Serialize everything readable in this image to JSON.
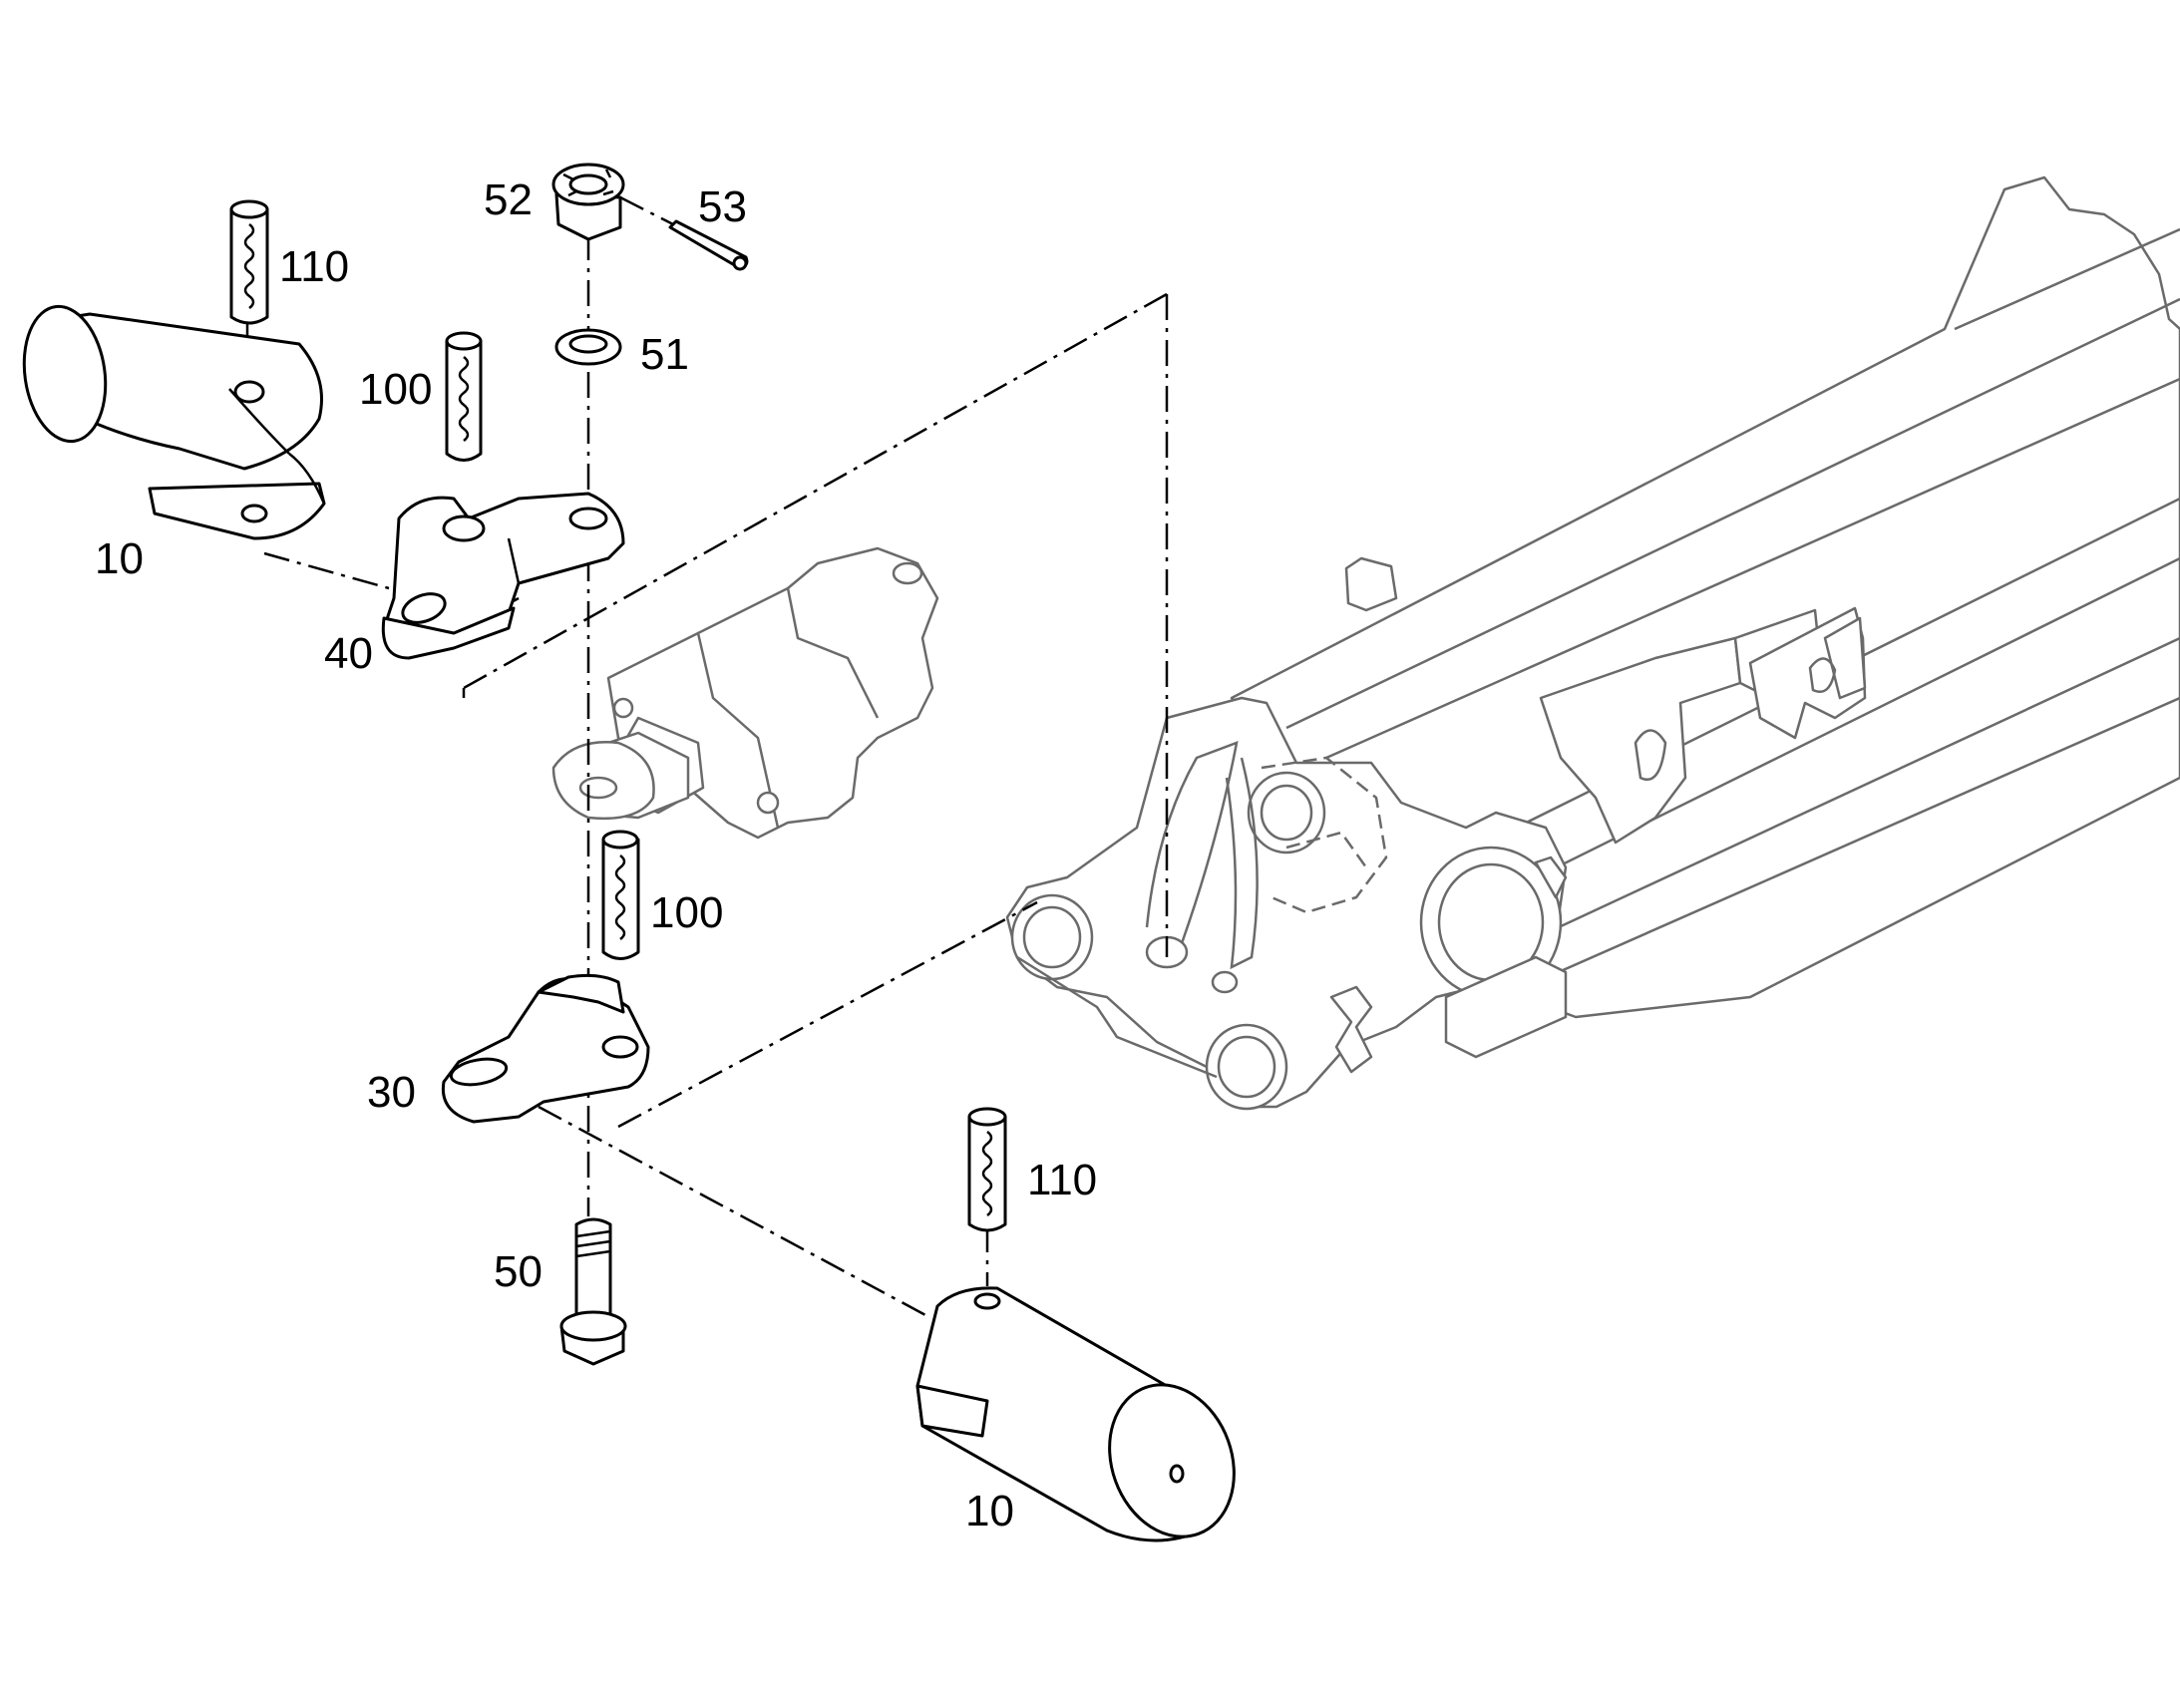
{
  "callouts": {
    "c10_top": "10",
    "c110_top": "110",
    "c100_top": "100",
    "c40": "40",
    "c52": "52",
    "c53": "53",
    "c51": "51",
    "c100_mid": "100",
    "c30": "30",
    "c50": "50",
    "c110_bottom": "110",
    "c10_bottom": "10"
  },
  "colors": {
    "line": "#000000",
    "ghost": "#6a6a6a",
    "background": "#ffffff"
  }
}
